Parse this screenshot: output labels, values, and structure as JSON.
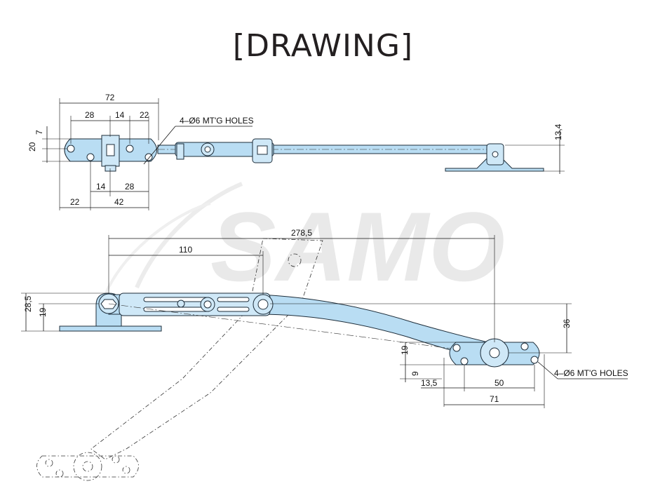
{
  "page": {
    "title": "[DRAWING]"
  },
  "watermark": {
    "text": "SAMO"
  },
  "top_view": {
    "dims": {
      "overall_72": "72",
      "d28_top": "28",
      "d14_top": "14",
      "d22_top": "22",
      "d7": "7",
      "d20": "20",
      "d14_bottom": "14",
      "d28_bottom": "28",
      "d22_bottom": "22",
      "d42": "42",
      "d13_4": "13,4"
    },
    "holes_note": "4–Ø6 MT'G HOLES"
  },
  "side_view": {
    "dims": {
      "d278_5": "278,5",
      "d110": "110",
      "d28_5": "28,5",
      "d19_left": "19",
      "d36": "36",
      "d19_right": "19",
      "d9": "9",
      "d13_5": "13,5",
      "d50": "50",
      "d71": "71"
    },
    "holes_note": "4–Ø6 MT'G HOLES"
  }
}
